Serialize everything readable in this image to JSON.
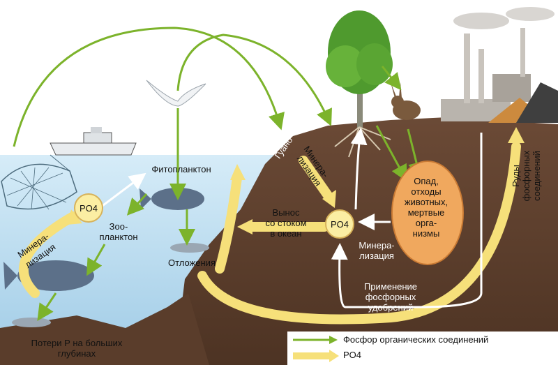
{
  "labels": {
    "phyto": "Фитопланктон",
    "zoo_1": "Зоо-",
    "zoo_2": "планктон",
    "sediments": "Отложения",
    "loss_1": "Потери Р на больших",
    "loss_2": "глубинах",
    "mineral_left_1": "Минера-",
    "mineral_left_2": "лизация",
    "po4_left": "PO4",
    "guano": "Гуано",
    "mineral_mid_1": "Минера-",
    "mineral_mid_2": "лизация",
    "runoff_1": "Вынос",
    "runoff_2": "со стоком",
    "runoff_3": "в океан",
    "po4_mid": "PO4",
    "mineral_low_1": "Минера-",
    "mineral_low_2": "лизация",
    "litter_1": "Опад,",
    "litter_2": "отходы",
    "litter_3": "животных,",
    "litter_4": "мертвые",
    "litter_5": "орга-",
    "litter_6": "низмы",
    "ores_1": "Руды",
    "ores_2": "фосфорных",
    "ores_3": "соединений",
    "fert_1": "Применение",
    "fert_2": "фосфорных",
    "fert_3": "удобрений"
  },
  "legend": {
    "green_label": "Фосфор органических соединений",
    "yellow_label": "PO4"
  },
  "colors": {
    "sea": "#cfe6f4",
    "soil": "#6b4a36",
    "green_arrow": "#7cb32b",
    "yellow_arrow": "#f6e07a",
    "circle": "#f0a85e"
  }
}
